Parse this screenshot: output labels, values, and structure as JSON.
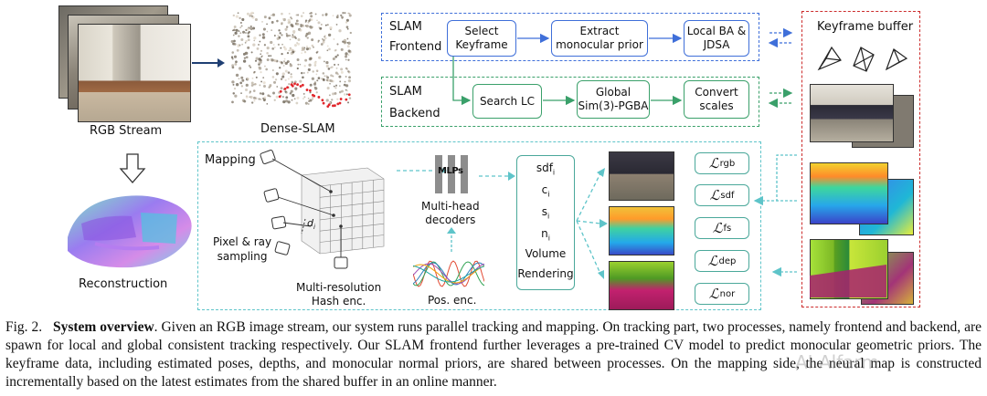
{
  "figure": {
    "left_column": {
      "rgb_stream_label": "RGB Stream",
      "dense_slam_label": "Dense-SLAM",
      "reconstruction_label": "Reconstruction"
    },
    "frontend": {
      "title": "SLAM\nFrontend",
      "boxes": [
        "Select\nKeyframe",
        "Extract\nmonocular prior",
        "Local BA &\nJDSA"
      ]
    },
    "backend": {
      "title": "SLAM\nBackend",
      "boxes": [
        "Search LC",
        "Global\nSim(3)-PGBA",
        "Convert\nscales"
      ]
    },
    "keyframe_buffer": {
      "title": "Keyframe buffer"
    },
    "mapping": {
      "title": "Mapping",
      "pixel_ray_label": "Pixel & ray\nsampling",
      "hash_label": "Multi-resolution\nHash enc.",
      "d_label": "d",
      "d_sub": "i",
      "mlp_label": "MLPs",
      "decoders_label": "Multi-head\ndecoders",
      "pos_enc_label": "Pos. enc.",
      "render_items": [
        {
          "text": "sdf",
          "sub": "i"
        },
        {
          "text": "c",
          "sub": "i"
        },
        {
          "text": "s",
          "sub": "i"
        },
        {
          "text": "n",
          "sub": "i"
        },
        {
          "text": "Volume",
          "sub": ""
        },
        {
          "text": "Rendering",
          "sub": ""
        }
      ],
      "losses": [
        {
          "symbol": "ℒ",
          "sub": "rgb"
        },
        {
          "symbol": "ℒ",
          "sub": "sdf"
        },
        {
          "symbol": "ℒ",
          "sub": "fs"
        },
        {
          "symbol": "ℒ",
          "sub": "dep"
        },
        {
          "symbol": "ℒ",
          "sub": "nor"
        }
      ]
    },
    "colors": {
      "frontend_border": "#3f6fd9",
      "backend_border": "#3aa06a",
      "mapping_border": "#5ec4c9",
      "keyframe_border": "#cc2b2b",
      "arrow_dark": "#1f3f73"
    }
  },
  "caption": {
    "prefix": "Fig. 2.",
    "bold": "System overview",
    "text": ". Given an RGB image stream, our system runs parallel tracking and mapping. On tracking part, two processes, namely frontend and backend, are spawn for local and global consistent tracking respectively. Our SLAM frontend further leverages a pre-trained CV model to predict monocular geometric priors. The keyframe data, including estimated poses, depths, and monocular normal priors, are shared between processes. On the mapping side, the neural map is constructed incrementally based on the latest estimates from the shared buffer in an online manner."
  },
  "watermark": "AI Alfarm"
}
